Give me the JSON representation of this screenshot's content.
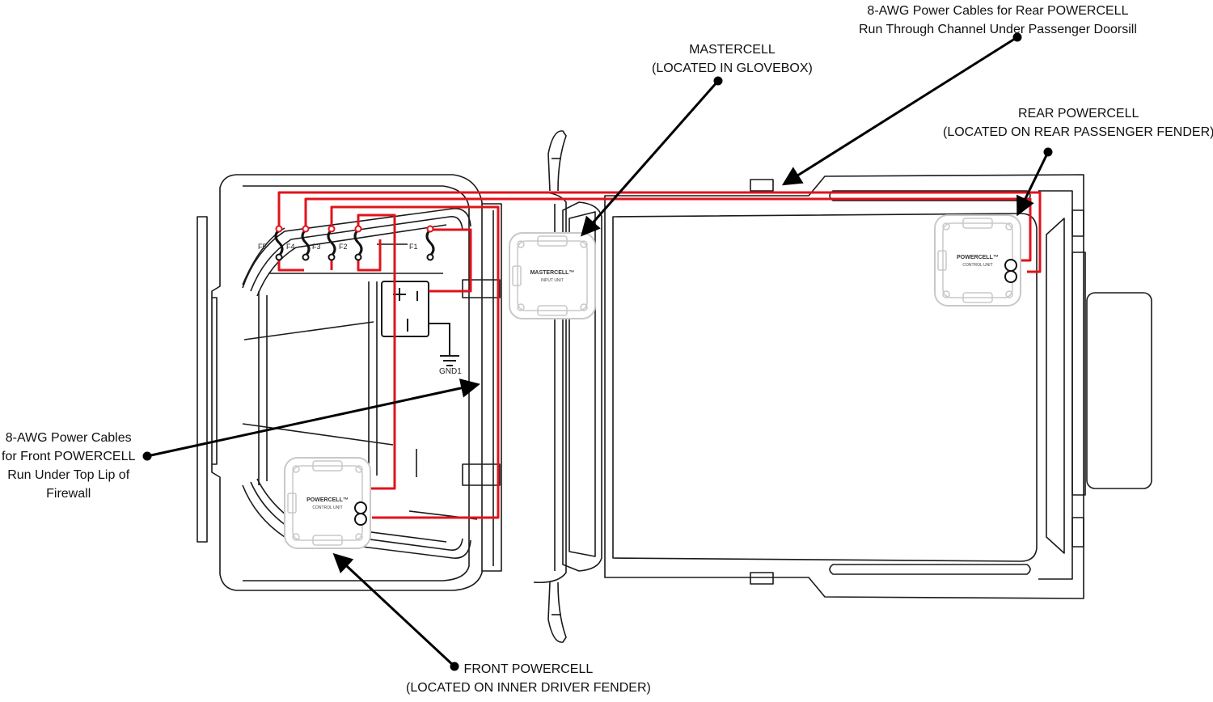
{
  "callouts": {
    "rear_cables": {
      "line1": "8-AWG Power Cables for Rear POWERCELL",
      "line2": "Run Through Channel Under Passenger Doorsill"
    },
    "mastercell": {
      "line1": "MASTERCELL",
      "line2": "(LOCATED IN GLOVEBOX)"
    },
    "rear_powercell": {
      "line1": "REAR POWERCELL",
      "line2": "(LOCATED ON REAR PASSENGER FENDER)"
    },
    "front_cables": {
      "line1": "8-AWG Power Cables",
      "line2": "for Front POWERCELL",
      "line3": "Run Under Top Lip of",
      "line4": "Firewall"
    },
    "front_powercell": {
      "line1": "FRONT POWERCELL",
      "line2": "(LOCATED ON INNER DRIVER FENDER)"
    }
  },
  "fuses": [
    "F5",
    "F4",
    "F3",
    "F2",
    "F1"
  ],
  "ground_label": "GND1",
  "units": {
    "mastercell": {
      "name": "MASTERCELL™",
      "sub": "INPUT UNIT"
    },
    "front_powercell": {
      "name": "POWERCELL™",
      "sub": "CONTROL UNIT"
    },
    "rear_powercell": {
      "name": "POWERCELL™",
      "sub": "CONTROL UNIT"
    }
  },
  "colors": {
    "wire": "#e0131b",
    "outline": "#1a1a1a",
    "leader": "#000000",
    "unit": "#c8c8c8"
  }
}
